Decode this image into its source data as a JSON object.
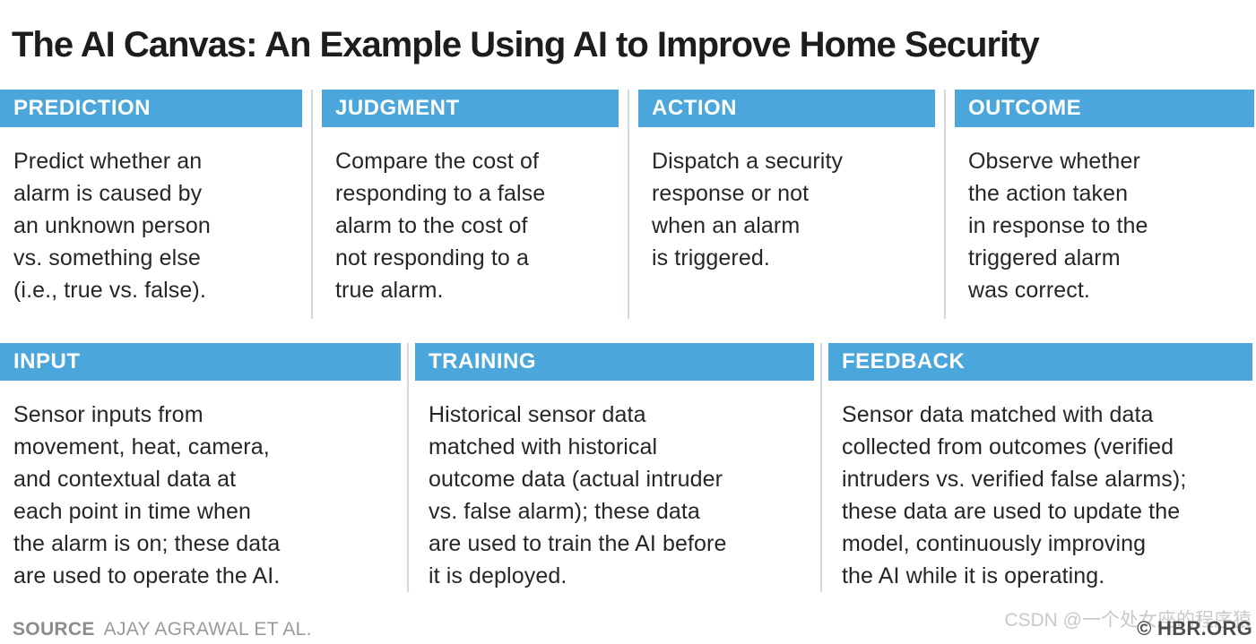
{
  "title": "The AI Canvas: An Example Using AI to Improve Home Security",
  "colors": {
    "header_blue": "#4aa6db",
    "body_text": "#262626",
    "separator": "#cfd9de",
    "source_gray": "#8c8c8c",
    "credit_gray": "#4c4c4c",
    "watermark_gray": "#cac9c7"
  },
  "rows": [
    {
      "cards": [
        {
          "label": "PREDICTION",
          "body": "Predict whether an\nalarm is caused by\nan unknown person\nvs. something else\n(i.e., true vs. false)."
        },
        {
          "label": "JUDGMENT",
          "body": "Compare the cost of\nresponding to a false\nalarm to the cost of\nnot responding to a\ntrue alarm."
        },
        {
          "label": "ACTION",
          "body": "Dispatch a security\nresponse or not\nwhen an alarm\nis triggered."
        },
        {
          "label": "OUTCOME",
          "body": "Observe whether\nthe action taken\nin response to the\ntriggered alarm\nwas correct."
        }
      ]
    },
    {
      "cards": [
        {
          "label": "INPUT",
          "body": "Sensor inputs from\nmovement, heat, camera,\nand contextual data at\neach point in time when\nthe alarm is on; these data\nare used to operate the AI."
        },
        {
          "label": "TRAINING",
          "body": "Historical sensor data\nmatched with historical\noutcome data (actual intruder\nvs. false alarm); these data\nare used to train the AI before\nit is deployed."
        },
        {
          "label": "FEEDBACK",
          "body": "Sensor data matched with data\ncollected from outcomes (verified\nintruders vs. verified false alarms);\nthese data are used to update the\nmodel, continuously improving\nthe AI while it is operating."
        }
      ]
    }
  ],
  "footer": {
    "source_label": "SOURCE",
    "source_value": "AJAY AGRAWAL ET AL.",
    "credit": "© HBR.ORG",
    "watermark": "CSDN @一个处女座的程序猿"
  }
}
